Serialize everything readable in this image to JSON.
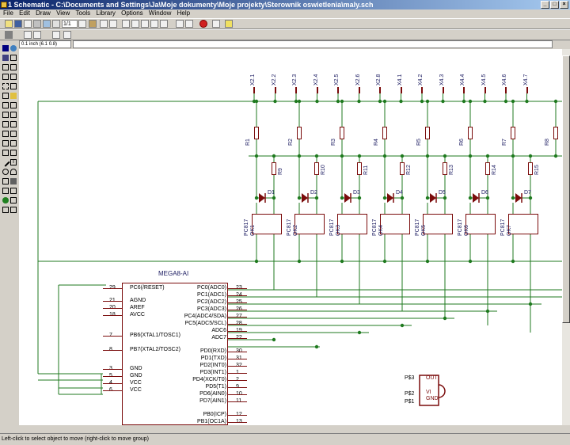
{
  "window": {
    "title": "1 Schematic - C:\\Documents and Settings\\Ja\\Moje dokumenty\\Moje projekty\\Sterownik oswietlenia\\maly.sch"
  },
  "menu": [
    "File",
    "Edit",
    "Draw",
    "View",
    "Tools",
    "Library",
    "Options",
    "Window",
    "Help"
  ],
  "toolbar": {
    "page_value": "1/1"
  },
  "location": "0.1 inch (6.1 0.8)",
  "status": "Left-click to select object to move (right-click to move group)",
  "schematic": {
    "connectors": [
      "X2.1",
      "X2.2",
      "X2.3",
      "X2.4",
      "X2.5",
      "X2.6",
      "X2.8",
      "X4.1",
      "X4.2",
      "X4.3",
      "X4.4",
      "X4.5",
      "X4.6",
      "X4.7"
    ],
    "resistors_top": [
      "R1",
      "R2",
      "R3",
      "R4",
      "R5",
      "R6",
      "R7",
      "R8"
    ],
    "resistors_bottom": [
      "R9",
      "R10",
      "R11",
      "R12",
      "R13",
      "R14",
      "R15"
    ],
    "diodes": [
      "D1",
      "D2",
      "D3",
      "D4",
      "D5",
      "D6",
      "D7"
    ],
    "optos": [
      "PC817",
      "PC817",
      "PC817",
      "PC817",
      "PC817",
      "PC817",
      "PC817"
    ],
    "opto_refs": [
      "OK1",
      "OK2",
      "OK3",
      "OK4",
      "OK5",
      "OK6",
      "OK7"
    ],
    "chip_name": "MEGA8-AI",
    "chip_left_pins": [
      {
        "num": "29",
        "name": "PC6(/RESET)"
      },
      {
        "num": "21",
        "name": "AGND"
      },
      {
        "num": "20",
        "name": "AREF"
      },
      {
        "num": "18",
        "name": "AVCC"
      },
      {
        "num": "7",
        "name": "PB6(XTAL1/TOSC1)"
      },
      {
        "num": "8",
        "name": "PB7(XTAL2/TOSC2)"
      },
      {
        "num": "3",
        "name": "GND"
      },
      {
        "num": "5",
        "name": "GND"
      },
      {
        "num": "4",
        "name": "VCC"
      },
      {
        "num": "6",
        "name": "VCC"
      }
    ],
    "chip_right_pins": [
      {
        "num": "23",
        "name": "PC0(ADC0)"
      },
      {
        "num": "24",
        "name": "PC1(ADC1)"
      },
      {
        "num": "25",
        "name": "PC2(ADC2)"
      },
      {
        "num": "26",
        "name": "PC3(ADC3)"
      },
      {
        "num": "27",
        "name": "PC4(ADC4/SDA)"
      },
      {
        "num": "28",
        "name": "PC5(ADC5/SCL)"
      },
      {
        "num": "19",
        "name": "ADC6"
      },
      {
        "num": "22",
        "name": "ADC7"
      },
      {
        "num": "30",
        "name": "PD0(RXD)"
      },
      {
        "num": "31",
        "name": "PD1(TXD)"
      },
      {
        "num": "32",
        "name": "PD2(INT0)"
      },
      {
        "num": "1",
        "name": "PD3(INT1)"
      },
      {
        "num": "2",
        "name": "PD4(XCK/T0)"
      },
      {
        "num": "9",
        "name": "PD5(T1)"
      },
      {
        "num": "10",
        "name": "PD6(AIN0)"
      },
      {
        "num": "11",
        "name": "PD7(AIN1)"
      },
      {
        "num": "12",
        "name": "PB0(ICP)"
      },
      {
        "num": "13",
        "name": "PB1(OC1A)"
      }
    ],
    "reg_labels": [
      "P$3",
      "P$2",
      "P$1"
    ],
    "reg_pins": [
      "OUT",
      "VI",
      "GND"
    ]
  },
  "colors": {
    "wire": "#1f7a1f",
    "part": "#7a0b0b",
    "text": "#1a1a60"
  }
}
